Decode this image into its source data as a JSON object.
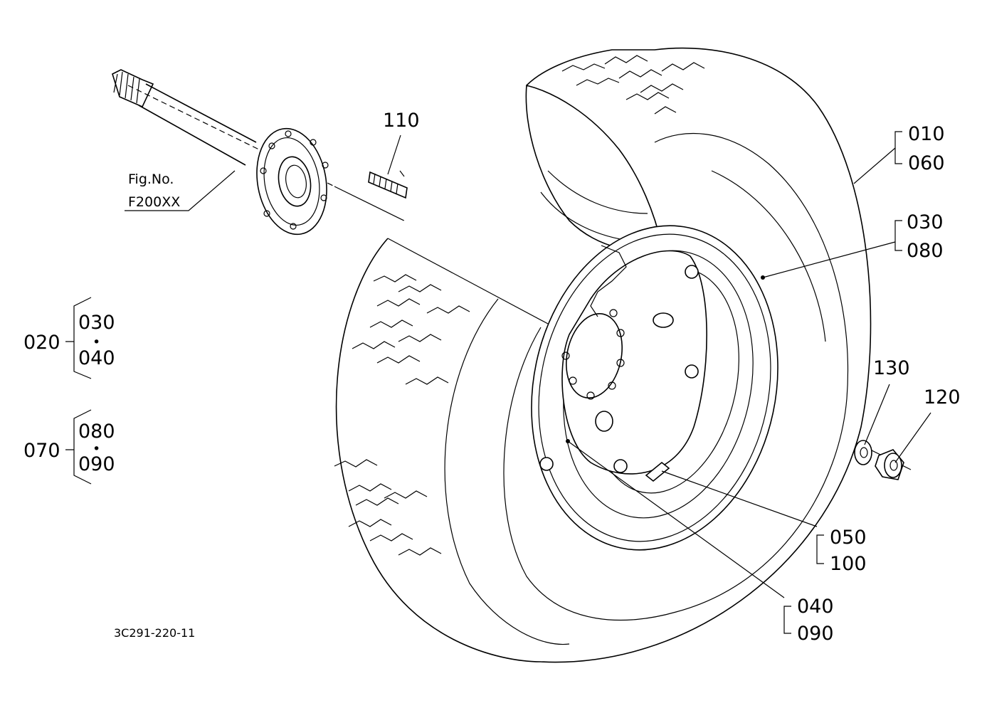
{
  "labels": {
    "p110": "110",
    "p010": "010",
    "p060": "060",
    "p030": "030",
    "p080": "080",
    "p130": "130",
    "p120": "120",
    "p050": "050",
    "p100": "100",
    "p040": "040",
    "p090": "090"
  },
  "groups": {
    "g020": {
      "label": "020",
      "top": "030",
      "dot": "•",
      "bottom": "040"
    },
    "g070": {
      "label": "070",
      "top": "080",
      "dot": "•",
      "bottom": "090"
    }
  },
  "reference": {
    "fig_label": "Fig.No.",
    "fig_number": "F200XX"
  },
  "drawing_number": "3C291-220-11"
}
